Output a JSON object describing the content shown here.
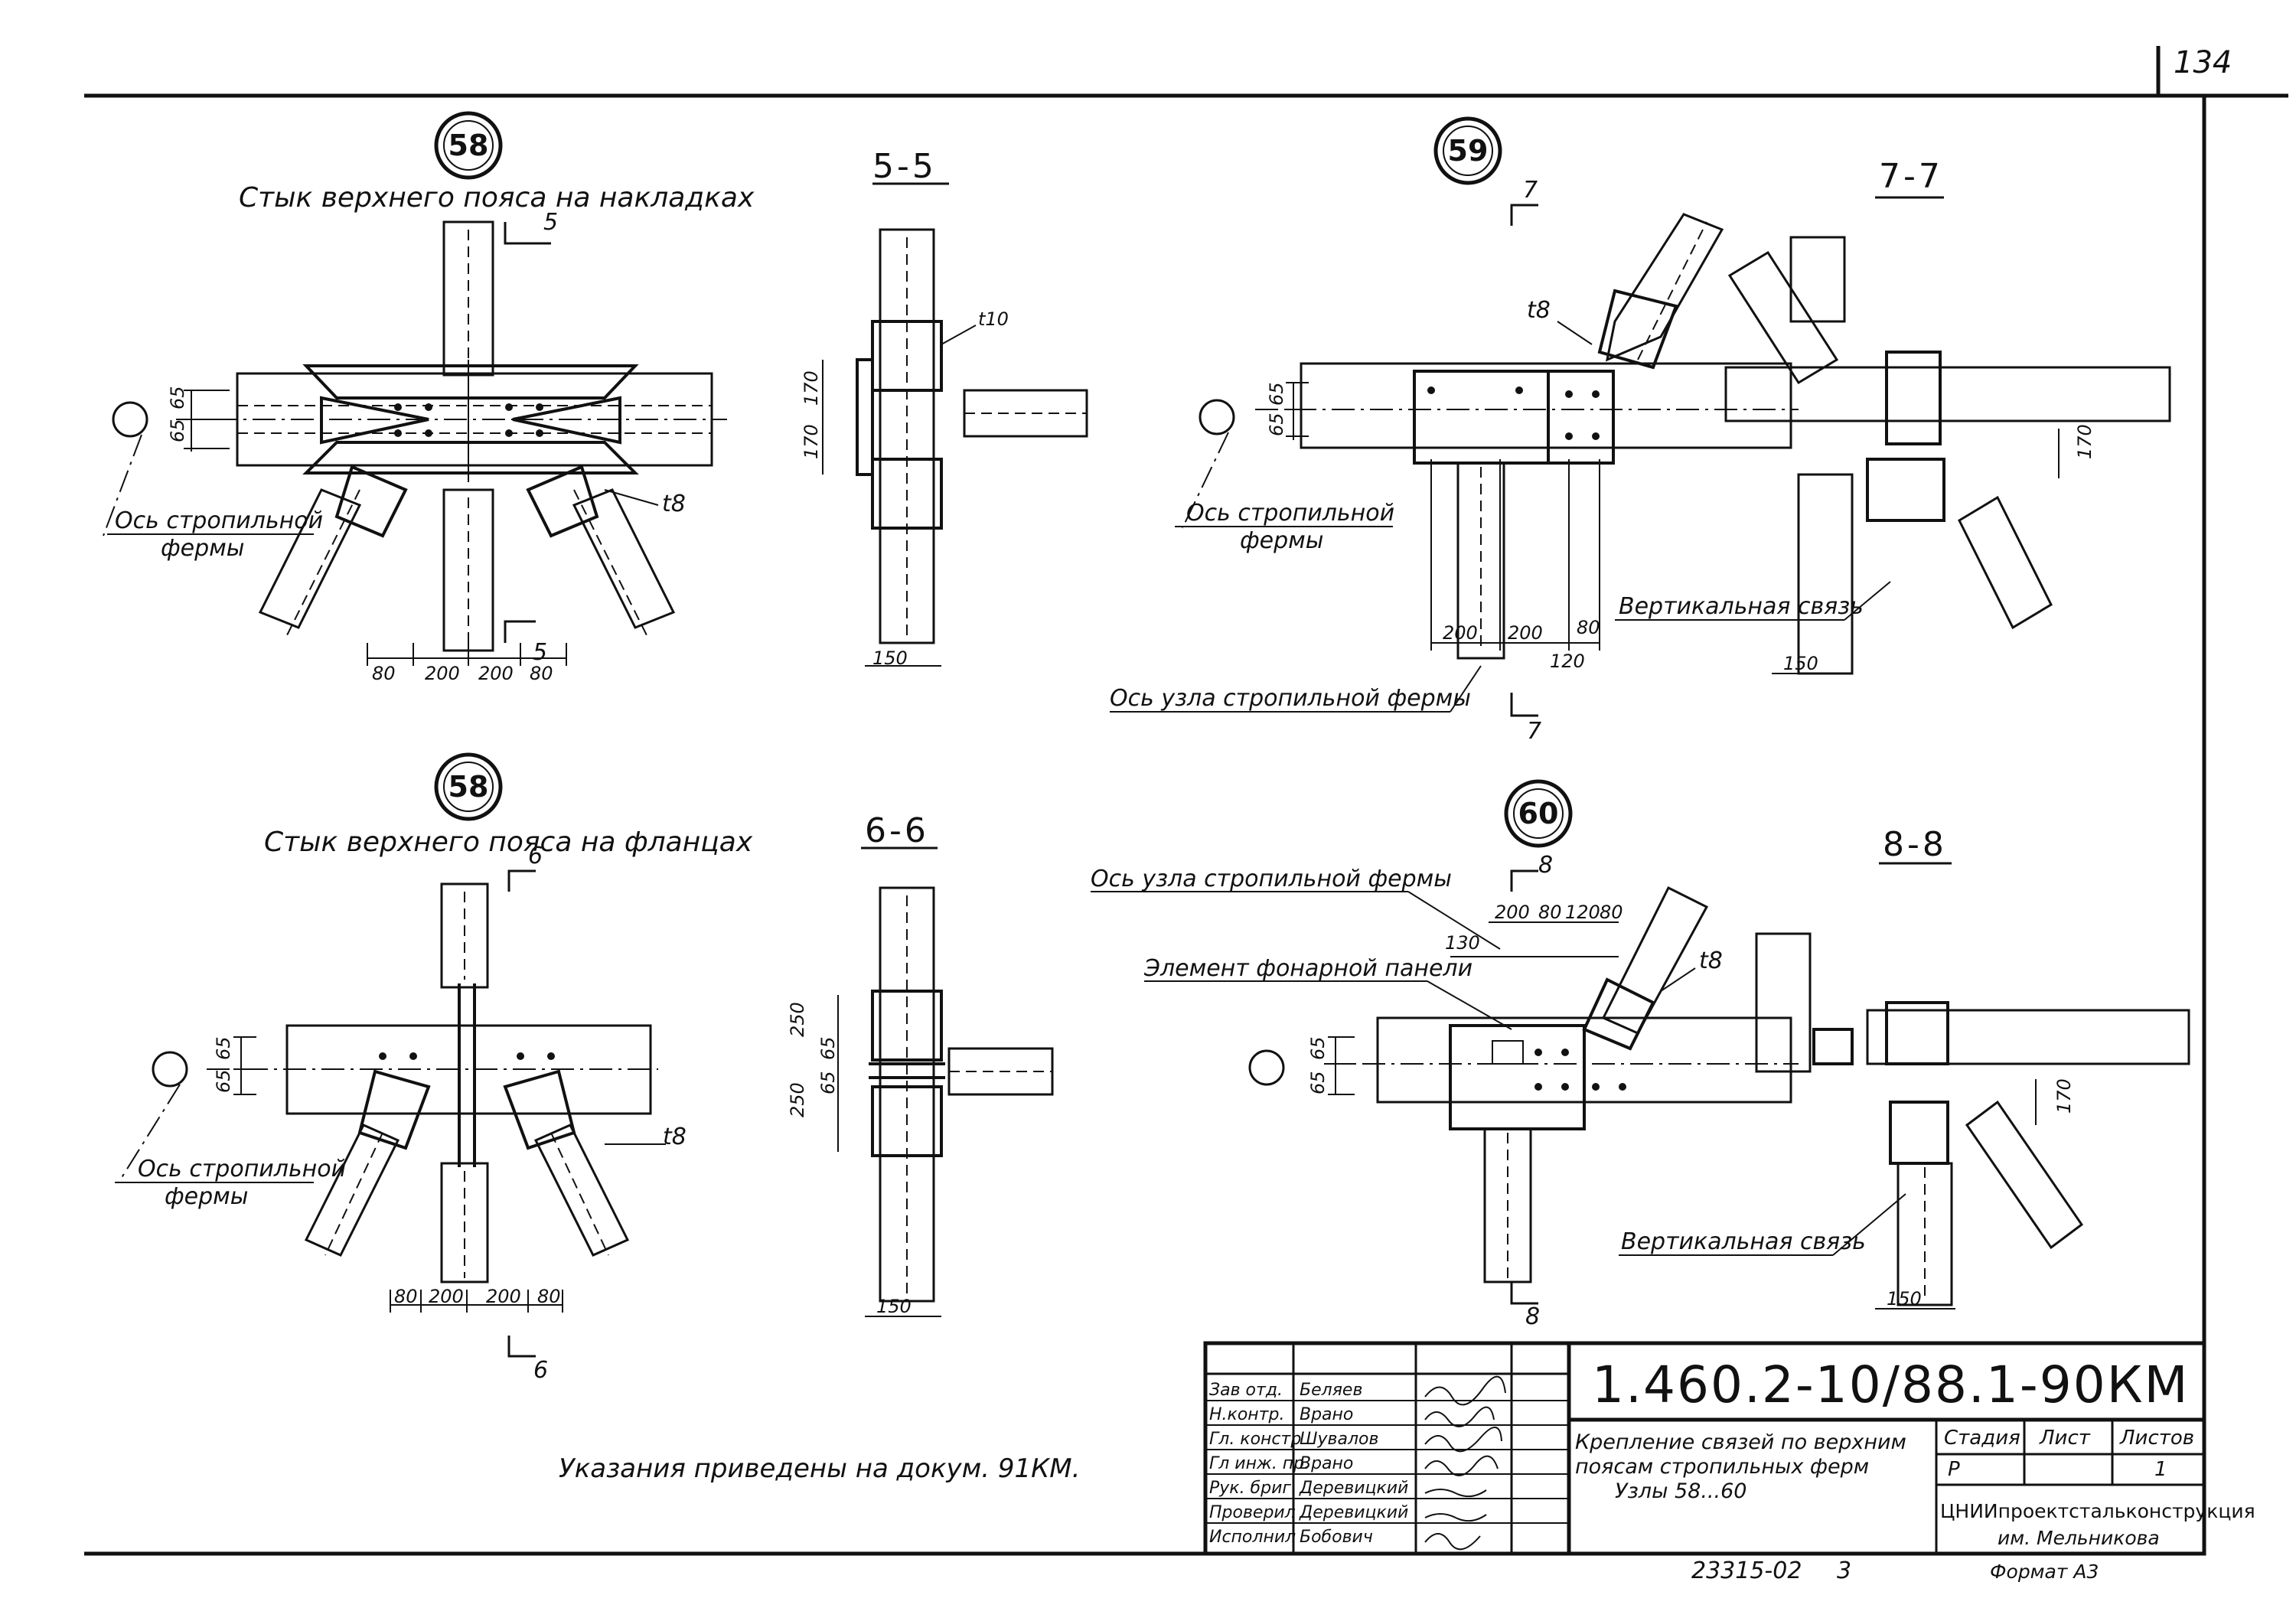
{
  "sheet_number": "134",
  "node58_top": {
    "number": "58",
    "title": "Стык верхнего пояса на накладках",
    "section_mark": "5",
    "dim_65_a": "65",
    "dim_65_b": "65",
    "axis_label_line1": "Ось стропильной",
    "axis_label_line2": "фермы",
    "thickness": "t8",
    "dims_bottom": [
      "80",
      "200",
      "200",
      "80"
    ]
  },
  "section_55": {
    "title": "5-5",
    "thickness": "t10",
    "dims_left": [
      "170",
      "170"
    ],
    "dim_bottom": "150"
  },
  "node59": {
    "number": "59",
    "section_mark": "7",
    "thickness": "t8",
    "dim_65_a": "65",
    "dim_65_b": "65",
    "axis_label_line1": "Ось стропильной",
    "axis_label_line2": "фермы",
    "dims_bottom": [
      "200",
      "200",
      "80"
    ],
    "dim_120": "120",
    "node_axis_label": "Ось узла стропильной фермы"
  },
  "section_77": {
    "title": "7-7",
    "dim_right": "170",
    "dim_bottom": "150",
    "brace_label": "Вертикальная связь"
  },
  "node58_bottom": {
    "number": "58",
    "title": "Стык верхнего пояса на фланцах",
    "section_mark": "6",
    "dim_65_a": "65",
    "dim_65_b": "65",
    "axis_label_line1": "Ось стропильной",
    "axis_label_line2": "фермы",
    "thickness": "t8",
    "dims_bottom": [
      "80",
      "200",
      "200",
      "80"
    ]
  },
  "section_66": {
    "title": "6-6",
    "dims_left": [
      "250",
      "65",
      "65",
      "250"
    ],
    "dim_bottom": "150"
  },
  "node60": {
    "number": "60",
    "node_axis_label": "Ось узла стропильной фермы",
    "panel_label": "Элемент фонарной панели",
    "section_mark": "8",
    "dim_130": "130",
    "dims_top": [
      "200",
      "80",
      "120",
      "80"
    ],
    "thickness": "t8",
    "dim_65_a": "65",
    "dim_65_b": "65"
  },
  "section_88": {
    "title": "8-8",
    "dim_right": "170",
    "dim_bottom": "150",
    "brace_label": "Вертикальная связь"
  },
  "note": "Указания приведены на докум. 91КМ.",
  "title_block": {
    "roles": [
      "Зав отд.",
      "Н.контр.",
      "Гл. констр",
      "Гл инж. пр.",
      "Рук. бриг.",
      "Проверил",
      "Исполнил"
    ],
    "names": [
      "Беляев",
      "Врано",
      "Шувалов",
      "Врано",
      "Деревицкий",
      "Деревицкий",
      "Бобович"
    ],
    "document_code": "1.460.2-10/88.1-90КМ",
    "description_line1": "Крепление связей по верхним",
    "description_line2": "поясам стропильных ферм",
    "description_line3": "Узлы 58...60",
    "stage_header": "Стадия",
    "sheet_header": "Лист",
    "sheets_header": "Листов",
    "stage_value": "Р",
    "sheets_value": "1",
    "organization_line1": "ЦНИИпроектстальконструкция",
    "organization_line2": "им. Мельникова",
    "format": "Формат А3"
  },
  "archive_number": "23315-02",
  "archive_suffix": "3"
}
